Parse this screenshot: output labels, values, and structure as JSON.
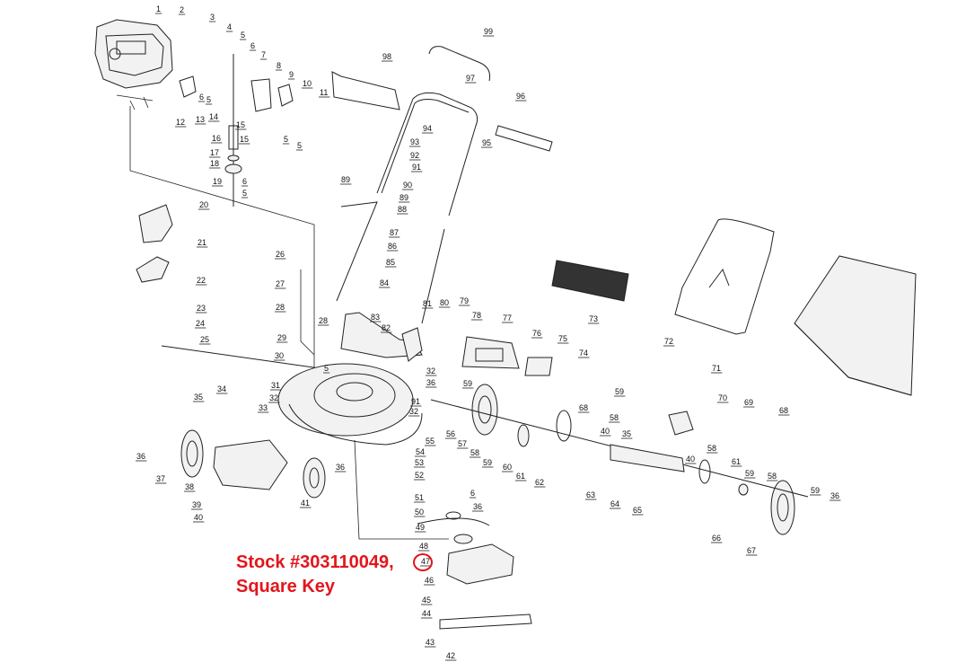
{
  "diagram": {
    "callout": {
      "line1": "Stock #303110049,",
      "line2": "Square Key",
      "highlight_color": "#e3151b",
      "highlighted_part": "47"
    },
    "parts": [
      "1",
      "2",
      "3",
      "4",
      "5",
      "6",
      "7",
      "8",
      "9",
      "10",
      "11",
      "12",
      "13",
      "14",
      "15",
      "16",
      "17",
      "18",
      "19",
      "20",
      "21",
      "22",
      "23",
      "24",
      "25",
      "26",
      "27",
      "28",
      "29",
      "30",
      "31",
      "32",
      "33",
      "34",
      "35",
      "36",
      "37",
      "38",
      "39",
      "40",
      "41",
      "42",
      "43",
      "44",
      "45",
      "46",
      "47",
      "48",
      "49",
      "50",
      "51",
      "52",
      "53",
      "54",
      "55",
      "56",
      "57",
      "58",
      "59",
      "60",
      "61",
      "62",
      "63",
      "64",
      "65",
      "66",
      "67",
      "68",
      "69",
      "70",
      "71",
      "72",
      "73",
      "74",
      "75",
      "76",
      "77",
      "78",
      "79",
      "80",
      "81",
      "82",
      "83",
      "84",
      "85",
      "86",
      "87",
      "88",
      "89",
      "90",
      "91",
      "92",
      "93",
      "94",
      "95",
      "96",
      "97",
      "98",
      "99"
    ]
  }
}
